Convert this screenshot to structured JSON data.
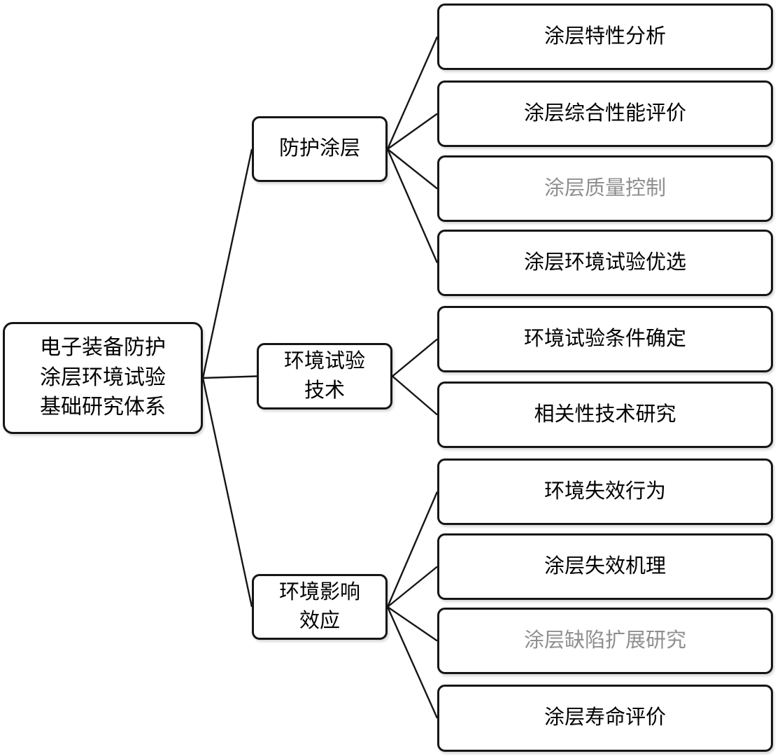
{
  "diagram": {
    "title": "",
    "root": {
      "label": "电子装备防护\n涂层环境试验\n基础研究体系"
    },
    "branches": [
      {
        "label": "防护涂层",
        "children": [
          {
            "label": "涂层特性分析",
            "muted": false
          },
          {
            "label": "涂层综合性能评价",
            "muted": false
          },
          {
            "label": "涂层质量控制",
            "muted": true
          },
          {
            "label": "涂层环境试验优选",
            "muted": false
          }
        ]
      },
      {
        "label": "环境试验\n技术",
        "children": [
          {
            "label": "环境试验条件确定",
            "muted": false
          },
          {
            "label": "相关性技术研究",
            "muted": false
          }
        ]
      },
      {
        "label": "环境影响\n效应",
        "children": [
          {
            "label": "环境失效行为",
            "muted": false
          },
          {
            "label": "涂层失效机理",
            "muted": false
          },
          {
            "label": "涂层缺陷扩展研究",
            "muted": true
          },
          {
            "label": "涂层寿命评价",
            "muted": false
          }
        ]
      }
    ],
    "colors": {
      "background": "#ffffff",
      "node_fill": "#ffffff",
      "node_border": "#161616",
      "connector_line": "#161616",
      "text": "#000000",
      "muted_text": "#8f8f8f"
    }
  }
}
